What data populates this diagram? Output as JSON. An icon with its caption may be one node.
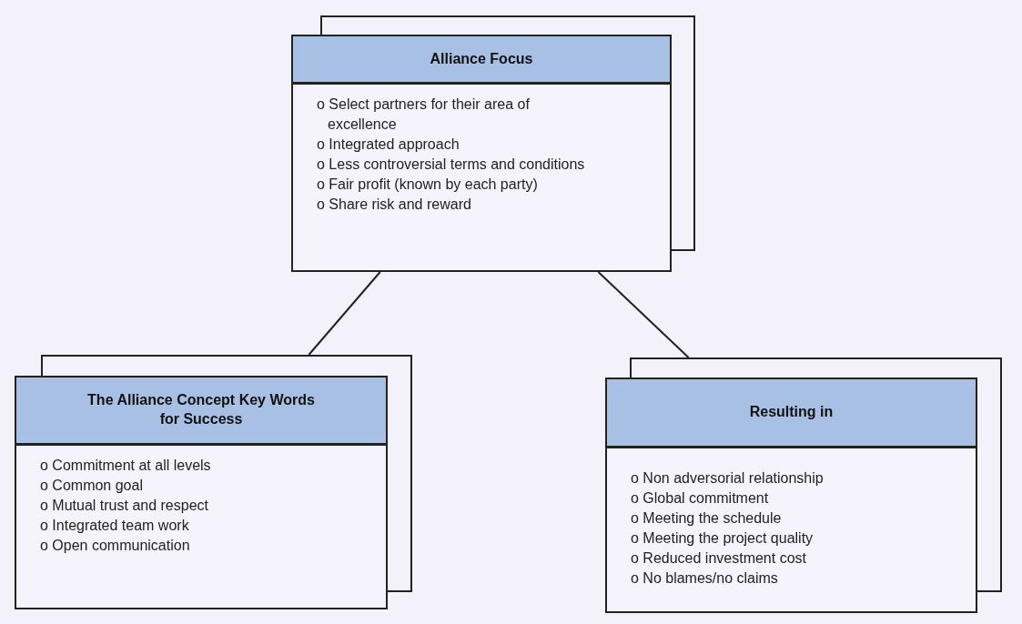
{
  "diagram": {
    "nodes": [
      {
        "text": [
          "Alliance Focus",
          "o Select partners for their area of excellence",
          "o Integrated approach",
          "o Less controversial terms and conditions",
          "o Fair profit (known by each party)",
          "o Share risk and reward"
        ]
      },
      {
        "text": [
          "The Alliance Concept Key Words for Success",
          "o Commitment at all levels",
          "o Common goal",
          "o Mutual trust and respect",
          "o Integrated team work",
          "o Open communication"
        ]
      },
      {
        "text": [
          "Resulting in",
          "o Non adversorial relationship",
          "o Global commitment",
          "o Meeting the schedule",
          "o Meeting the project quality",
          "o Reduced investment cost",
          "o No blames/no claims"
        ]
      }
    ],
    "edges": [
      {
        "from": 0,
        "to": 1,
        "arrow": "none"
      },
      {
        "from": 0,
        "to": 2,
        "arrow": "none"
      }
    ]
  }
}
